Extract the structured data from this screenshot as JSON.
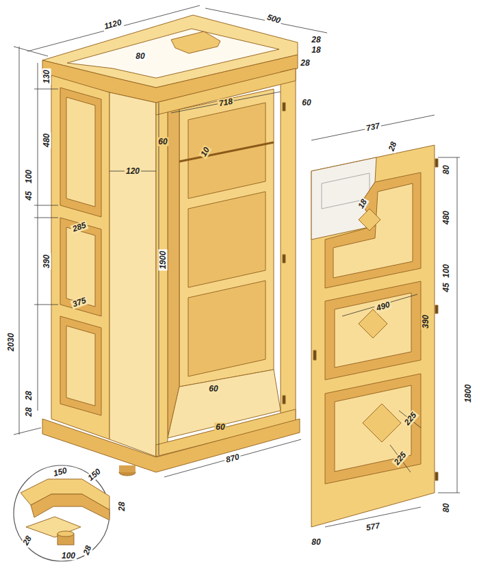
{
  "diagram": {
    "labels": [
      "1120",
      "80",
      "500",
      "28",
      "18",
      "28",
      "130",
      "480",
      "100",
      "45",
      "285",
      "390",
      "375",
      "2030",
      "28",
      "28",
      "120",
      "718",
      "60",
      "60",
      "10",
      "1900",
      "60",
      "60",
      "870",
      "737",
      "28",
      "80",
      "18",
      "480",
      "100",
      "45",
      "390",
      "490",
      "1800",
      "225",
      "225",
      "80",
      "80",
      "577",
      "150",
      "150",
      "28",
      "28",
      "100",
      "28"
    ]
  }
}
